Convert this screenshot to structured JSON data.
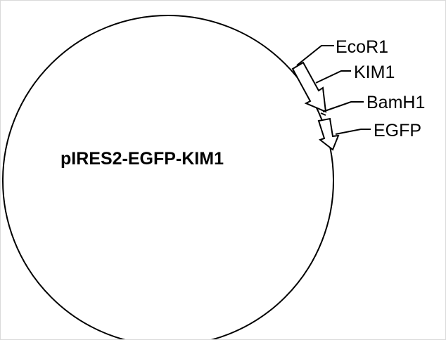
{
  "plasmid": {
    "name": "pIRES2-EGFP-KIM1"
  },
  "features": [
    {
      "label": "EcoR1",
      "type": "restriction-site"
    },
    {
      "label": "KIM1",
      "type": "gene"
    },
    {
      "label": "BamH1",
      "type": "restriction-site"
    },
    {
      "label": "EGFP",
      "type": "gene"
    }
  ],
  "colors": {
    "stroke": "#000000",
    "background": "#ffffff",
    "border": "#d9d9d9"
  }
}
